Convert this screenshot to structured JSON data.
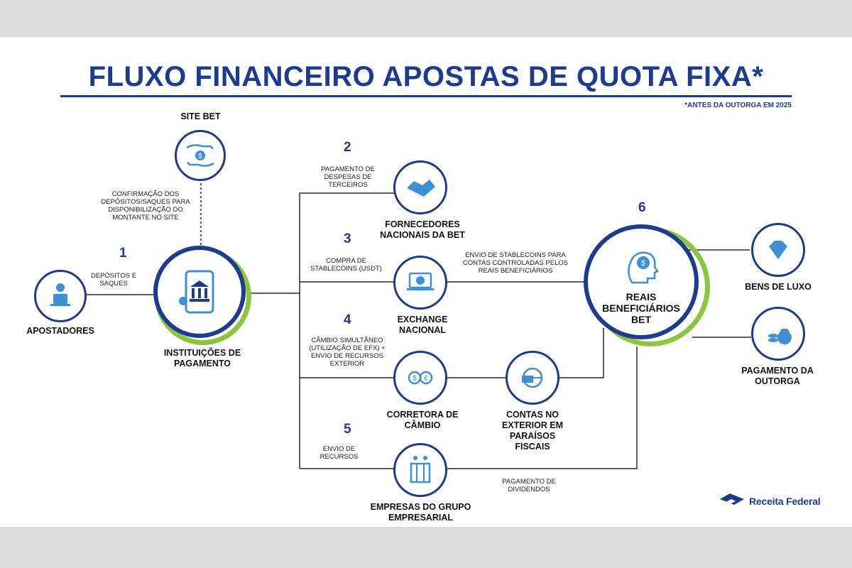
{
  "title": "FLUXO FINANCEIRO APOSTAS DE QUOTA FIXA*",
  "note": "*ANTES DA OUTORGA EM 2025",
  "nodes": {
    "site_bet": "SITE BET",
    "apostadores": "APOSTADORES",
    "instituicoes": [
      "INSTITUIÇÕES DE",
      "PAGAMENTO"
    ],
    "fornecedores": [
      "FORNECEDORES",
      "NACIONAIS DA BET"
    ],
    "exchange": [
      "EXCHANGE",
      "NACIONAL"
    ],
    "corretora": [
      "CORRETORA DE",
      "CÂMBIO"
    ],
    "contas": [
      "CONTAS NO",
      "EXTERIOR EM",
      "PARAÍSOS",
      "FISCAIS"
    ],
    "empresas": [
      "EMPRESAS DO GRUPO",
      "EMPRESARIAL"
    ],
    "reais": [
      "REAIS",
      "BENEFICIÁRIOS",
      "BET"
    ],
    "bens": "BENS DE LUXO",
    "outorga": [
      "PAGAMENTO DA",
      "OUTORGA"
    ]
  },
  "numbers": [
    "1",
    "2",
    "3",
    "4",
    "5",
    "6"
  ],
  "edge_labels": {
    "confirmacao": [
      "CONFIRMAÇÃO DOS",
      "DEPÓSITOS/SAQUES PARA",
      "DISPONIBILIZAÇÃO DO",
      "MONTANTE NO SITE"
    ],
    "depositos": [
      "DEPÓSITOS E",
      "SAQUES"
    ],
    "pagamento_despesas": [
      "PAGAMENTO DE",
      "DESPESAS DE",
      "TERCEIROS"
    ],
    "compra": [
      "COMPRA DE",
      "STABLECOINS (USDT)"
    ],
    "envio_stable": [
      "ENVIO DE STABLECOINS PARA",
      "CONTAS CONTROLADAS PELOS",
      "REAIS BENEFICIÁRIOS"
    ],
    "cambio": [
      "CÂMBIO SIMULTÂNEO",
      "(UTILIZAÇÃO DE EFX) +",
      "ENVIO DE RECURSOS",
      "EXTERIOR"
    ],
    "envio_recursos": [
      "ENVIO DE",
      "RECURSOS"
    ],
    "dividendos": [
      "PAGAMENTO DE",
      "DIVIDENDOS"
    ]
  },
  "brand": "Receita Federal",
  "icons": [
    "hands-money-icon",
    "person-laptop-icon",
    "bank-phone-icon",
    "handshake-icon",
    "bitcoin-laptop-icon",
    "currency-exchange-icon",
    "globe-card-icon",
    "buildings-money-icon",
    "head-money-icon",
    "diamond-icon",
    "coins-bag-icon"
  ],
  "colors": {
    "navy": "#1d3b8f",
    "green": "#8cc63f",
    "icon_blue": "#3d8fd6"
  }
}
